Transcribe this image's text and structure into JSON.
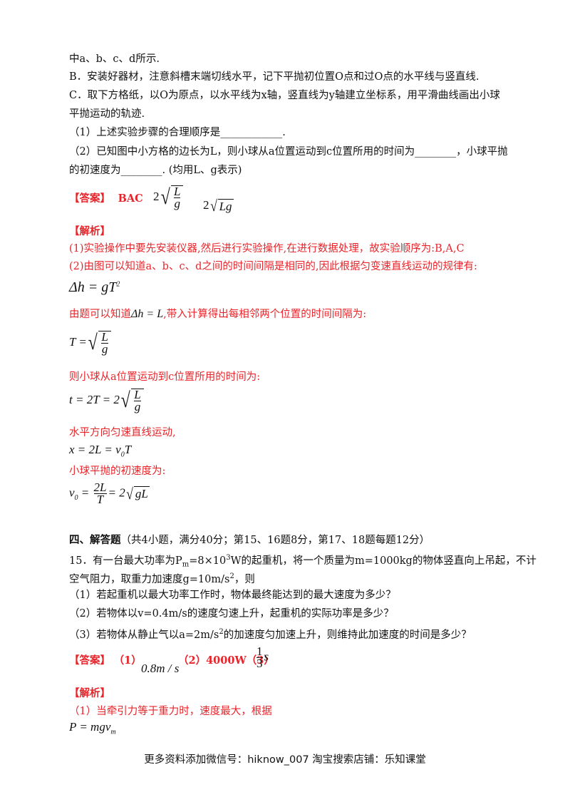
{
  "lines": {
    "l1": "中a、b、c、d所示.",
    "l2": "B．安装好器材，注意斜槽末端切线水平，记下平抛初位置O点和过O点的水平线与竖直线.",
    "l3": "C．取下方格纸，以O为原点，以水平线为x轴，竖直线为y轴建立坐标系，用平滑曲线画出小球",
    "l4": "平抛运动的轨迹.",
    "q1": "（1）上述实验步骤的合理顺序是____________.",
    "q2a": "（2）已知图中小方格的边长为L，则小球从a位置运动到c位置所用的时间为________，小球平抛",
    "q2b": "的初速度为________. (均用L、g表示)"
  },
  "answer14": {
    "label": "【答案】",
    "order": "BAC",
    "coef1": "2",
    "num": "L",
    "den": "g",
    "coef2": "2",
    "rad2": "Lg"
  },
  "analysis14": {
    "label": "【解析】",
    "s1": "(1)实验操作中要先安装仪器,然后进行实验操作,在进行数据处理，故实验顺序为:B,A,C",
    "s2": "(2)由图可以知道a、b、c、d之间的时间间隔是相同的,因此根据匀变速直线运动的规律有:",
    "eq1": "Δh = gT",
    "eq1_sup": "2",
    "s3a": "由题可以知道",
    "s3_eq": "Δh = L",
    "s3b": ",带入计算得出每相邻两个位置的时间间隔为:",
    "eq2_lhs": "T =",
    "s4": "则小球从a位置运动到c位置所用的时间为:",
    "eq3_lhs": "t = 2T = 2",
    "s5": "水平方向匀速直线运动,",
    "eq4": "x = 2L = v",
    "eq4_sub": "0",
    "eq4_tail": "T",
    "s6": "小球平抛的初速度为:",
    "eq5_v": "v",
    "eq5_sub": "0",
    "eq5_num": "2L",
    "eq5_den": "T",
    "eq5_tail": "= 2",
    "eq5_rad": "gL"
  },
  "section4": {
    "heading": "四、解答题",
    "note": "（共4小题，满分40分；第15、16题8分，第17、18题每题12分）"
  },
  "q15": {
    "p1a": "15．有一台最大功率为P",
    "p1_sub": "m",
    "p1b": "=8×10",
    "p1_sup": "3",
    "p1c": "W的起重机，将一个质量为m=1000kg的物体竖直向上吊起，不计",
    "p2a": "空气阻力，取重力加速度g=10m/s",
    "p2_sup": "2",
    "p2b": "，则",
    "sub1": "（1）若起重机以最大功率工作时，物体最终能达到的最大速度为多少？",
    "sub2": "（2）若物体以v=0.4m/s的速度匀速上升，起重机的实际功率是多少？",
    "sub3a": "（3）若物体从静止气以a=2m/s",
    "sub3_sup": "2",
    "sub3b": "的加速度匀加速上升，则维持此加速度的时间是多少？"
  },
  "answer15": {
    "label": "【答案】",
    "p1": "（1）",
    "v1": "0.8m / s",
    "p2": "（2）4000W（3）",
    "num": "1",
    "den": "3",
    "unit": "s"
  },
  "analysis15": {
    "label": "【解析】",
    "s1": "（1）当牵引力等于重力时，速度最大，根据",
    "eq": "P = mgv",
    "eq_sub": "m"
  },
  "footer": "更多资料添加微信号：hiknow_007   淘宝搜索店铺：乐知课堂"
}
